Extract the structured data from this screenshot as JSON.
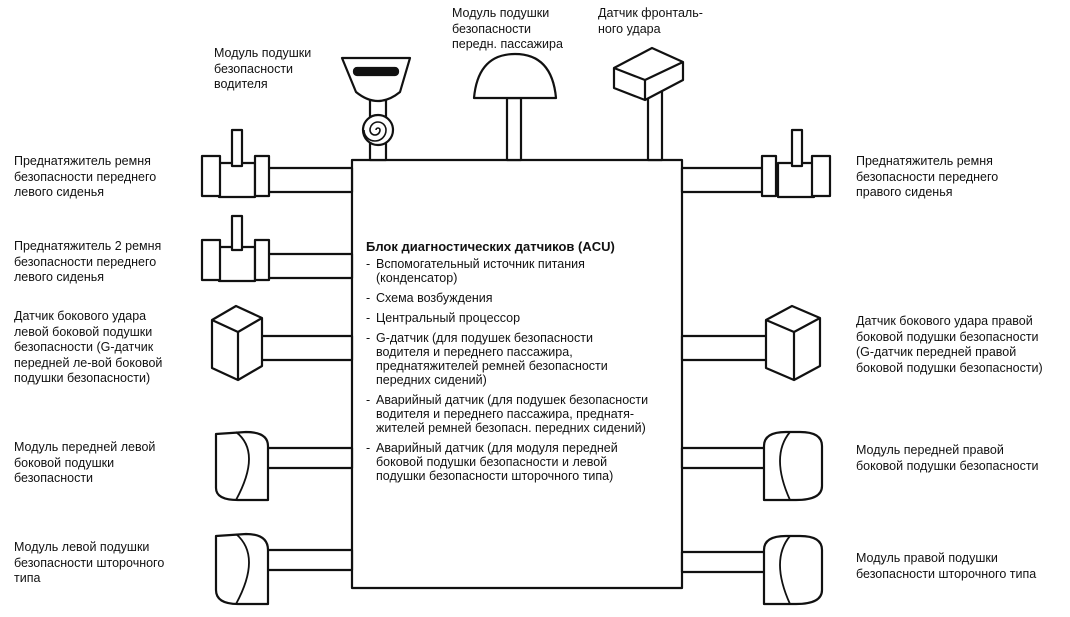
{
  "components": {
    "driver_airbag": "Модуль подушки\nбезопасности\nводителя",
    "passenger_airbag": "Модуль подушки\nбезопасности\nпередн. пассажира",
    "front_impact_sensor": "Датчик фронталь-\nного удара",
    "left_pretensioner_1": "Преднатяжитель ремня\nбезопасности переднего\nлевого сиденья",
    "left_pretensioner_2": "Преднатяжитель 2 ремня\nбезопасности переднего\nлевого сиденья",
    "left_side_sensor": "Датчик бокового удара\nлевой боковой подушки\nбезопасности (G-датчик\nпередней ле-вой боковой\nподушки безопасности)",
    "left_front_side_airbag": "Модуль передней левой\nбоковой подушки\nбезопасности",
    "left_curtain_airbag": "Модуль левой подушки\nбезопасности шторочного\nтипа",
    "right_pretensioner": "Преднатяжитель ремня\nбезопасности переднего\nправого сиденья",
    "right_side_sensor": "Датчик бокового удара правой\nбоковой подушки безопасности\n(G-датчик передней правой\nбоковой подушки безопасности)",
    "right_front_side_airbag": "Модуль передней правой\nбоковой подушки безопасности",
    "right_curtain_airbag": "Модуль правой подушки\nбезопасности шторочного типа"
  },
  "acu": {
    "title": "Блок диагностических датчиков (ACU)",
    "items": [
      "Вспомогательный источник питания\n(конденсатор)",
      "Схема возбуждения",
      "Центральный процессор",
      "G-датчик (для подушек безопасности\nводителя и переднего пассажира,\nпреднатяжителей ремней безопасности\nпередних сидений)",
      "Аварийный датчик (для подушек безопасности\nводителя и переднего пассажира, преднатя-\nжителей ремней безопасн. передних сидений)",
      "Аварийный датчик (для модуля передней\nбоковой подушки безопасности и левой\nподушки безопасности шторочного типа)"
    ]
  }
}
